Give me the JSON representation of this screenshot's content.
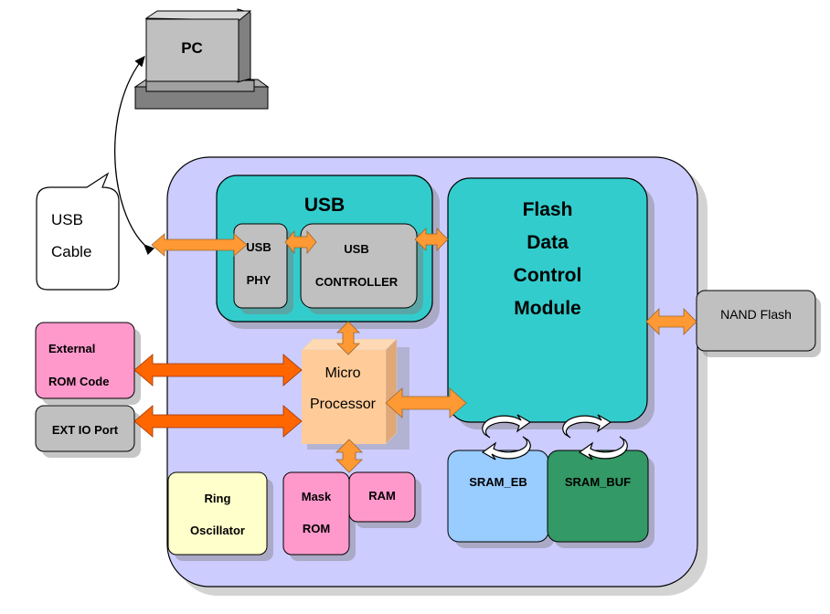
{
  "pc": {
    "label": "PC"
  },
  "usb_cable": {
    "line1": "USB",
    "line2": "Cable"
  },
  "usb": {
    "title": "USB",
    "phy": {
      "line1": "USB",
      "line2": "PHY"
    },
    "controller": {
      "line1": "USB",
      "line2": "CONTROLLER"
    }
  },
  "flash_module": {
    "line1": "Flash",
    "line2": "Data",
    "line3": "Control",
    "line4": "Module"
  },
  "nand_flash": {
    "label": "NAND Flash"
  },
  "external_rom": {
    "line1": "External",
    "line2": "ROM Code"
  },
  "ext_io": {
    "label": "EXT IO Port"
  },
  "micro": {
    "line1": "Micro",
    "line2": "Processor"
  },
  "ring_osc": {
    "line1": "Ring",
    "line2": "Oscillator"
  },
  "mask_rom": {
    "line1": "Mask",
    "line2": "ROM"
  },
  "ram": {
    "label": "RAM"
  },
  "sram_eb": {
    "label": "SRAM_EB"
  },
  "sram_buf": {
    "label": "SRAM_BUF"
  },
  "colors": {
    "chip": "#ccccff",
    "usb_block": "#33cccc",
    "flash_block": "#33cccc",
    "gray_block": "#c0c0c0",
    "pink": "#ff99cc",
    "yellow": "#ffffcc",
    "peach": "#ffcc99",
    "sram_eb": "#99ccff",
    "sram_buf": "#339966",
    "arrow_orange": "#ff9933",
    "arrow_dark": "#ff6600"
  }
}
